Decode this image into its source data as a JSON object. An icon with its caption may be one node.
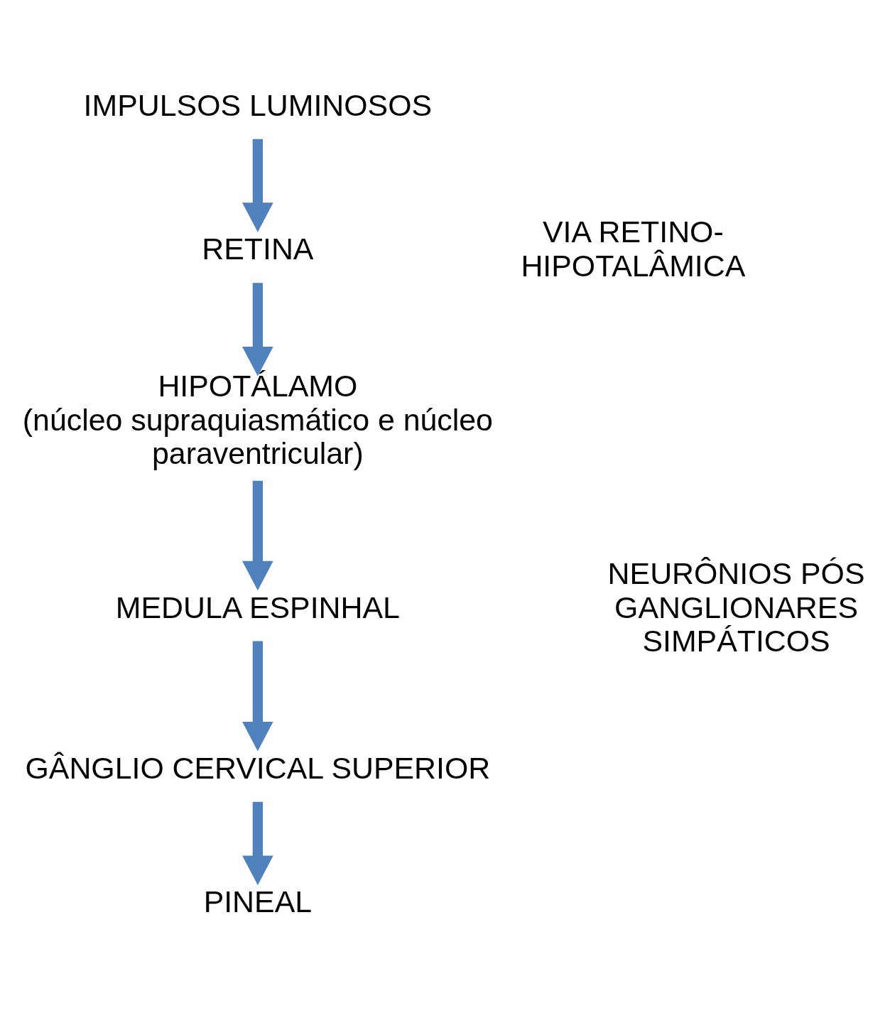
{
  "diagram": {
    "nodes": [
      {
        "text": [
          "IMPULSOS LUMINOSOS"
        ]
      },
      {
        "text": [
          "RETINA"
        ]
      },
      {
        "text": [
          "HIPOTÁLAMO",
          "(núcleo supraquiasmático e núcleo paraventricular)"
        ]
      },
      {
        "text": [
          "MEDULA ESPINHAL"
        ]
      },
      {
        "text": [
          "GÂNGLIO CERVICAL SUPERIOR"
        ]
      },
      {
        "text": [
          "PINEAL"
        ]
      }
    ],
    "edges": [
      {
        "from": 0,
        "to": 1,
        "arrow": "to"
      },
      {
        "from": 1,
        "to": 2,
        "arrow": "to"
      },
      {
        "from": 2,
        "to": 3,
        "arrow": "to"
      },
      {
        "from": 3,
        "to": 4,
        "arrow": "to"
      },
      {
        "from": 4,
        "to": 5,
        "arrow": "to"
      }
    ],
    "labels": [
      "VIA RETINO- HIPOTALÂMICA",
      "NEURÔNIOS PÓS GANGLIONARES SIMPÁTICOS"
    ]
  }
}
